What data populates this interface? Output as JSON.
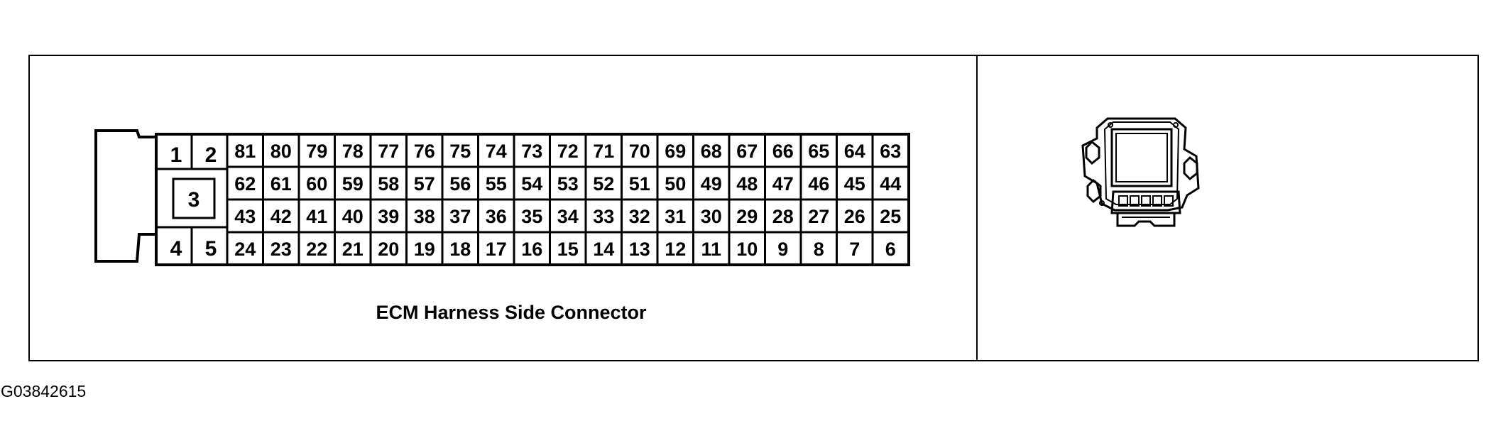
{
  "caption": "ECM Harness Side Connector",
  "figure_id": "G03842615",
  "connector": {
    "small_pins": [
      "1",
      "2",
      "3",
      "4",
      "5"
    ],
    "rows": [
      [
        "81",
        "80",
        "79",
        "78",
        "77",
        "76",
        "75",
        "74",
        "73",
        "72",
        "71",
        "70",
        "69",
        "68",
        "67",
        "66",
        "65",
        "64",
        "63"
      ],
      [
        "62",
        "61",
        "60",
        "59",
        "58",
        "57",
        "56",
        "55",
        "54",
        "53",
        "52",
        "51",
        "50",
        "49",
        "48",
        "47",
        "46",
        "45",
        "44"
      ],
      [
        "43",
        "42",
        "41",
        "40",
        "39",
        "38",
        "37",
        "36",
        "35",
        "34",
        "33",
        "32",
        "31",
        "30",
        "29",
        "28",
        "27",
        "26",
        "25"
      ],
      [
        "24",
        "23",
        "22",
        "21",
        "20",
        "19",
        "18",
        "17",
        "16",
        "15",
        "14",
        "13",
        "12",
        "11",
        "10",
        "9",
        "8",
        "7",
        "6"
      ]
    ]
  },
  "colors": {
    "line": "#000000",
    "background": "#ffffff"
  }
}
